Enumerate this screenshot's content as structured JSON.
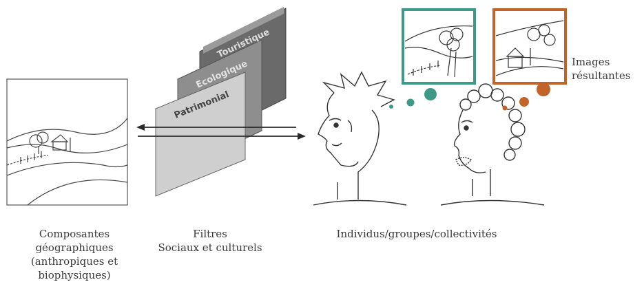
{
  "filters": {
    "layers": [
      "Touristique",
      "Ecologique",
      "Patrimonial"
    ]
  },
  "captions": {
    "geo": [
      "Composantes",
      "géographiques",
      "(anthropiques et",
      "biophysiques)"
    ],
    "filters": [
      "Filtres",
      "Sociaux et culturels"
    ],
    "people": "Individus/groupes/collectivités",
    "images": [
      "Images",
      "résultantes"
    ]
  },
  "colors": {
    "teal": "#3e9a86",
    "orange": "#c2642a",
    "filter_front": "#cfcfcf",
    "filter_middle": "#8e8e8e",
    "filter_back": "#6a6a6a"
  }
}
